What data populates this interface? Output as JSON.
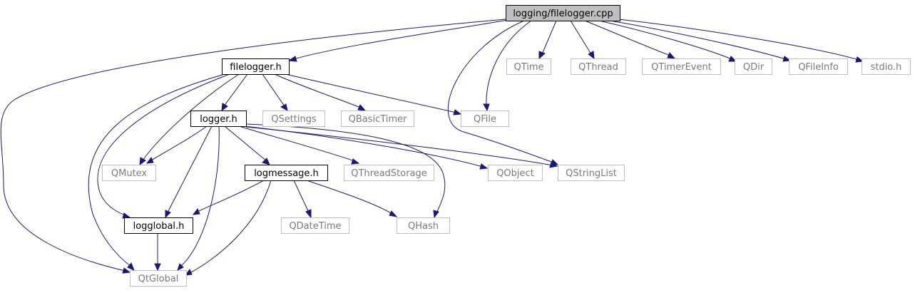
{
  "diagram": {
    "colors": {
      "edge": "#191970",
      "root_fill": "#bfbfbf",
      "external_border": "#bfbfbf",
      "external_text": "#7a7a7a"
    },
    "nodes": [
      {
        "id": "root",
        "label": "logging/filelogger.cpp",
        "kind": "root"
      },
      {
        "id": "filelogger_h",
        "label": "filelogger.h",
        "kind": "doc"
      },
      {
        "id": "qtime",
        "label": "QTime",
        "kind": "external"
      },
      {
        "id": "qthread",
        "label": "QThread",
        "kind": "external"
      },
      {
        "id": "qtimerevent",
        "label": "QTimerEvent",
        "kind": "external"
      },
      {
        "id": "qdir",
        "label": "QDir",
        "kind": "external"
      },
      {
        "id": "qfileinfo",
        "label": "QFileInfo",
        "kind": "external"
      },
      {
        "id": "stdio",
        "label": "stdio.h",
        "kind": "external"
      },
      {
        "id": "logger_h",
        "label": "logger.h",
        "kind": "doc"
      },
      {
        "id": "qsettings",
        "label": "QSettings",
        "kind": "external"
      },
      {
        "id": "qbasictimer",
        "label": "QBasicTimer",
        "kind": "external"
      },
      {
        "id": "qfile",
        "label": "QFile",
        "kind": "external"
      },
      {
        "id": "qmutex",
        "label": "QMutex",
        "kind": "external"
      },
      {
        "id": "logmessage_h",
        "label": "logmessage.h",
        "kind": "doc"
      },
      {
        "id": "qthreadstorage",
        "label": "QThreadStorage",
        "kind": "external"
      },
      {
        "id": "qobject",
        "label": "QObject",
        "kind": "external"
      },
      {
        "id": "qstringlist",
        "label": "QStringList",
        "kind": "external"
      },
      {
        "id": "logglobal_h",
        "label": "logglobal.h",
        "kind": "doc"
      },
      {
        "id": "qdatetime",
        "label": "QDateTime",
        "kind": "external"
      },
      {
        "id": "qhash",
        "label": "QHash",
        "kind": "external"
      },
      {
        "id": "qtglobal",
        "label": "QtGlobal",
        "kind": "external"
      }
    ],
    "edges": [
      {
        "from": "root",
        "to": "filelogger_h"
      },
      {
        "from": "root",
        "to": "qtime"
      },
      {
        "from": "root",
        "to": "qthread"
      },
      {
        "from": "root",
        "to": "qtimerevent"
      },
      {
        "from": "root",
        "to": "qdir"
      },
      {
        "from": "root",
        "to": "qfileinfo"
      },
      {
        "from": "root",
        "to": "stdio"
      },
      {
        "from": "root",
        "to": "qfile"
      },
      {
        "from": "root",
        "to": "qstringlist"
      },
      {
        "from": "root",
        "to": "qtglobal"
      },
      {
        "from": "filelogger_h",
        "to": "logger_h"
      },
      {
        "from": "filelogger_h",
        "to": "qsettings"
      },
      {
        "from": "filelogger_h",
        "to": "qbasictimer"
      },
      {
        "from": "filelogger_h",
        "to": "qfile"
      },
      {
        "from": "filelogger_h",
        "to": "qmutex"
      },
      {
        "from": "filelogger_h",
        "to": "logglobal_h"
      },
      {
        "from": "filelogger_h",
        "to": "qtglobal"
      },
      {
        "from": "logger_h",
        "to": "qmutex"
      },
      {
        "from": "logger_h",
        "to": "logmessage_h"
      },
      {
        "from": "logger_h",
        "to": "qthreadstorage"
      },
      {
        "from": "logger_h",
        "to": "qobject"
      },
      {
        "from": "logger_h",
        "to": "qstringlist"
      },
      {
        "from": "logger_h",
        "to": "qhash"
      },
      {
        "from": "logger_h",
        "to": "logglobal_h"
      },
      {
        "from": "logger_h",
        "to": "qtglobal"
      },
      {
        "from": "logmessage_h",
        "to": "logglobal_h"
      },
      {
        "from": "logmessage_h",
        "to": "qdatetime"
      },
      {
        "from": "logmessage_h",
        "to": "qhash"
      },
      {
        "from": "logmessage_h",
        "to": "qtglobal"
      },
      {
        "from": "logglobal_h",
        "to": "qtglobal"
      }
    ]
  }
}
